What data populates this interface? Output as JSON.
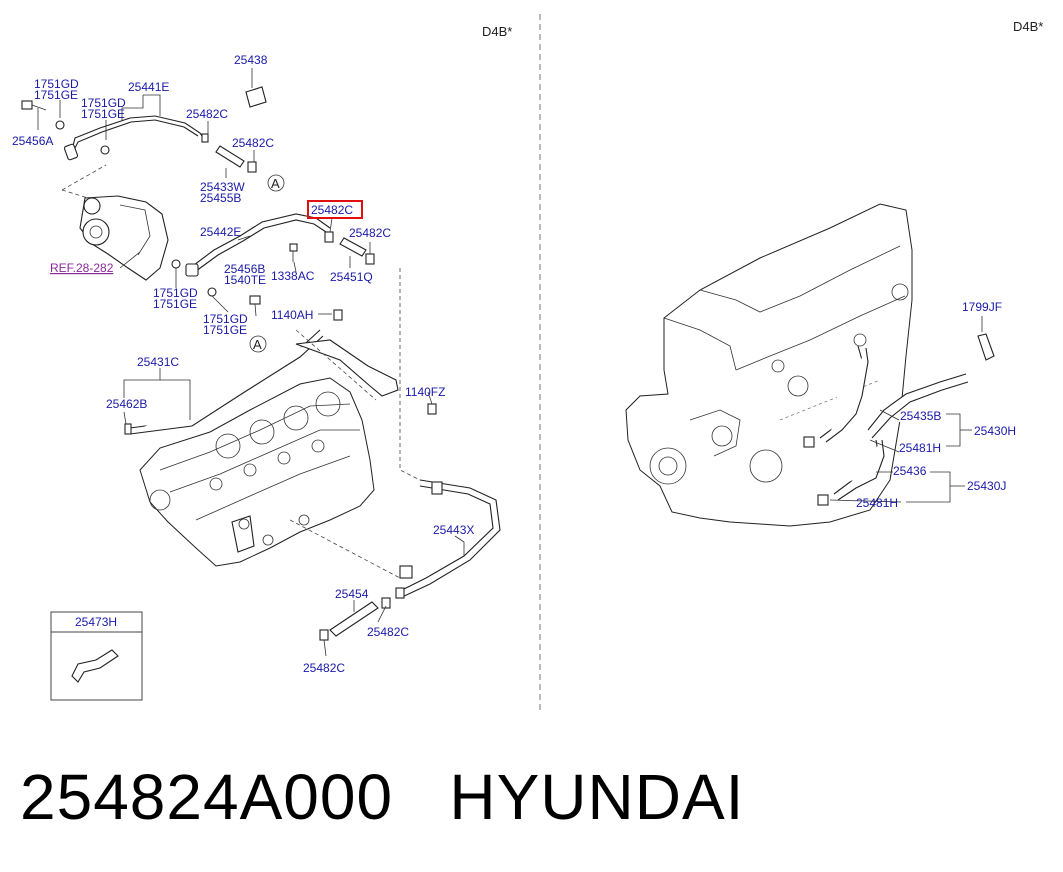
{
  "variant_left": "D4B*",
  "variant_right": "D4B*",
  "ref_label": "REF.28-282",
  "highlighted_part": "25482C",
  "parts_left": {
    "p1751gd_a": "1751GD",
    "p1751ge_a": "1751GE",
    "p25441e": "25441E",
    "p1751gd_b": "1751GD",
    "p1751ge_b": "1751GE",
    "p25456a": "25456A",
    "p25438": "25438",
    "p25482c_a": "25482C",
    "p25482c_b": "25482C",
    "p25433w": "25433W",
    "p25455b": "25455B",
    "callout_a1": "A",
    "p25482c_hl": "25482C",
    "p25442e": "25442E",
    "p25482c_c": "25482C",
    "p25456b": "25456B",
    "p1540te": "1540TE",
    "p1338ac": "1338AC",
    "p25451q": "25451Q",
    "p1751gd_c": "1751GD",
    "p1751ge_c": "1751GE",
    "p1751gd_d": "1751GD",
    "p1751ge_d": "1751GE",
    "p1140ah": "1140AH",
    "callout_a2": "A",
    "p25431c": "25431C",
    "p25462b": "25462B",
    "p1140fz": "1140FZ",
    "p25443x": "25443X",
    "p25454": "25454",
    "p25482c_d": "25482C",
    "p25482c_e": "25482C",
    "p25473h": "25473H"
  },
  "parts_right": {
    "p1799jf": "1799JF",
    "p25435b": "25435B",
    "p25430h": "25430H",
    "p25481h_a": "25481H",
    "p25436": "25436",
    "p25430j": "25430J",
    "p25481h_b": "25481H"
  },
  "caption": {
    "part_number": "254824A000",
    "brand": "HYUNDAI"
  },
  "colors": {
    "label": "#1a1aa8",
    "highlight": "#e01010",
    "ref": "#8a2a9a"
  }
}
